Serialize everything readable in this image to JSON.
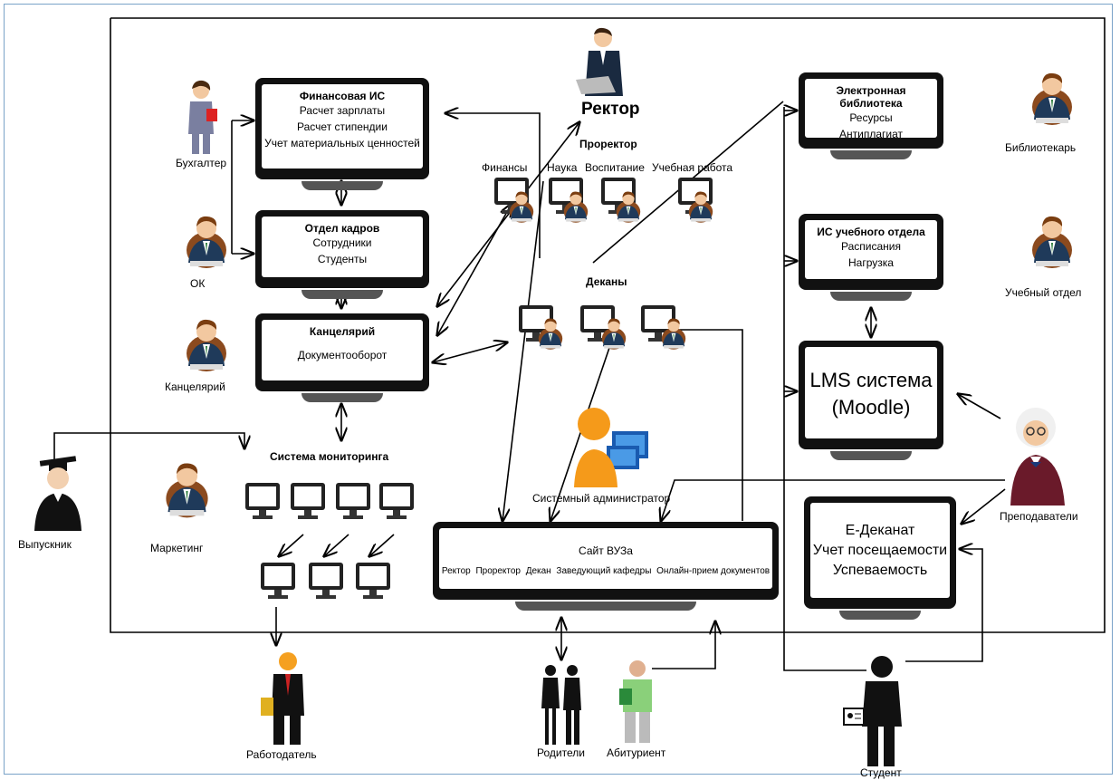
{
  "systems": {
    "finance": {
      "title": "Финансовая ИС",
      "items": [
        "Расчет зарплаты",
        "Расчет стипендии",
        "Учет материальных ценностей"
      ]
    },
    "hr": {
      "title": "Отдел кадров",
      "items": [
        "Сотрудники",
        "Студенты"
      ]
    },
    "office": {
      "title": "Канцелярий",
      "items": [
        "Документооборот"
      ]
    },
    "library": {
      "title": "Электронная библиотека",
      "items": [
        "Ресурсы",
        "Антиплагиат"
      ]
    },
    "study": {
      "title": "ИС учебного отдела",
      "items": [
        "Расписания",
        "Нагрузка"
      ]
    },
    "lms": {
      "title": "LMS система",
      "subtitle": "(Moodle)"
    },
    "edekanat": {
      "title": "Е-Деканат",
      "items": [
        "Учет посещаемости",
        "Успеваемость"
      ]
    },
    "site": {
      "title": "Сайт ВУЗа",
      "items": [
        "Ректор",
        "Проректор",
        "Декан",
        "Заведующий кафедры",
        "Онлайн-прием документов"
      ]
    }
  },
  "actors": {
    "accountant": "Бухгалтер",
    "ok": "ОК",
    "clerk": "Канцелярий",
    "graduate": "Выпускник",
    "marketing": "Маркетинг",
    "rector": "Ректор",
    "prorector": "Проректор",
    "finance": "Финансы",
    "science": "Наука",
    "upbringing": "Воспитание",
    "study_work": "Учебная работа",
    "deans": "Деканы",
    "sysadmin": "Системный администратор",
    "monitoring": "Система мониторинга",
    "librarian": "Библиотекарь",
    "study_dept": "Учебный отдел",
    "teachers": "Преподаватели",
    "employer": "Работодатель",
    "parents": "Родители",
    "applicant": "Абитуриент",
    "student": "Студент"
  },
  "colors": {
    "frame": "#7aa3c8",
    "monitor": "#111111",
    "suit": "#1f3a5a",
    "chair": "#8b4a1e"
  }
}
